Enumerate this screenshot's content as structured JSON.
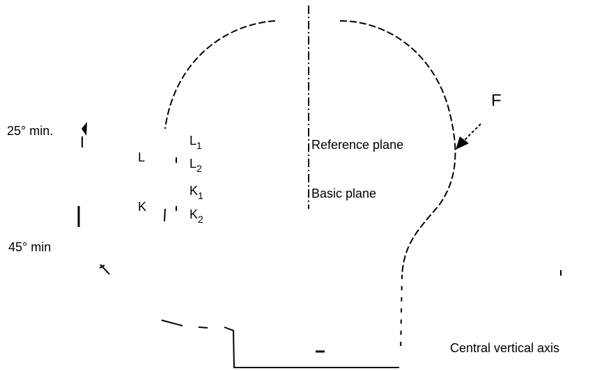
{
  "labels": {
    "force": "F",
    "reference_plane": "Reference plane",
    "basic_plane": "Basic plane",
    "dim_top": "25° min.",
    "dim_bottom": "45° min",
    "l_main": "L",
    "l_1_base": "L",
    "l_1_sub": "1",
    "l_2_base": "L",
    "l_2_sub": "2",
    "k_main": "K",
    "k_1_base": "K",
    "k_1_sub": "1",
    "k_2_base": "K",
    "k_2_sub": "2",
    "central_vertical_axis": "Central vertical axis"
  },
  "colors": {
    "stroke": "#000000",
    "background": "#ffffff"
  }
}
